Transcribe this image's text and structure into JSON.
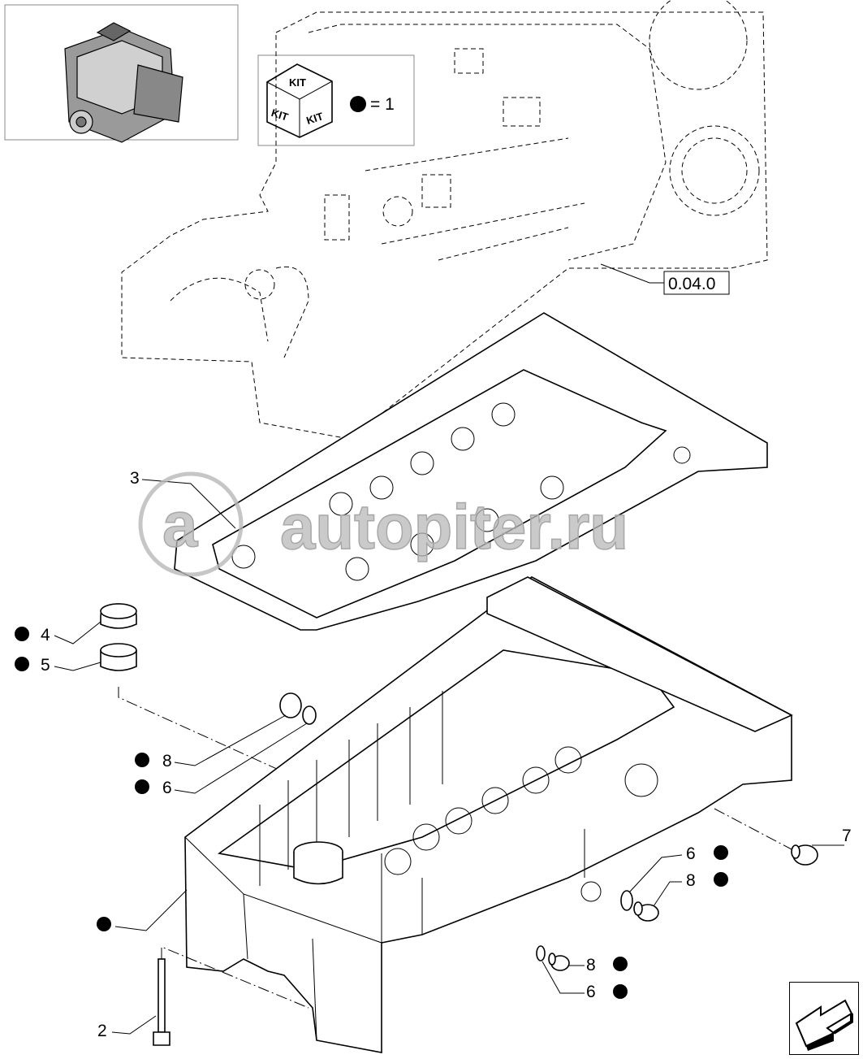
{
  "legend": {
    "kit_top": "KIT",
    "kit_left": "KIT",
    "kit_right": "KIT",
    "kit_quantity": "= 1"
  },
  "reference_label": "0.04.0",
  "watermark": "autopiter.ru",
  "callouts": [
    {
      "id": "3",
      "label": "3",
      "kit": false
    },
    {
      "id": "4",
      "label": "4",
      "kit": true
    },
    {
      "id": "5",
      "label": "5",
      "kit": true
    },
    {
      "id": "8a",
      "label": "8",
      "kit": true
    },
    {
      "id": "6a",
      "label": "6",
      "kit": true
    },
    {
      "id": "7",
      "label": "7",
      "kit": false
    },
    {
      "id": "6b",
      "label": "6",
      "kit": true
    },
    {
      "id": "8b",
      "label": "8",
      "kit": true
    },
    {
      "id": "8c",
      "label": "8",
      "kit": true
    },
    {
      "id": "6c",
      "label": "6",
      "kit": true
    },
    {
      "id": "2",
      "label": "2",
      "kit": false
    },
    {
      "id": "pan",
      "label": "",
      "kit": true
    }
  ],
  "nav": {
    "icon": "next-page-arrow-icon"
  }
}
